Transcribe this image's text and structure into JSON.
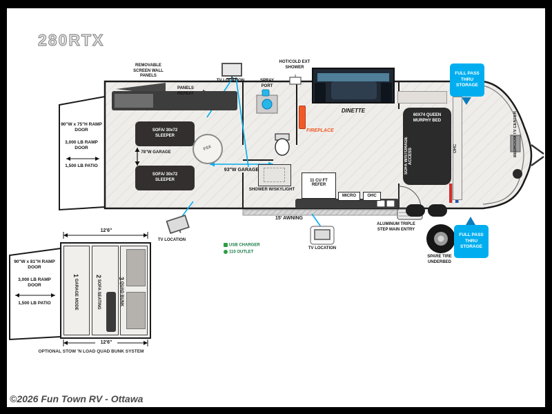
{
  "model": "280RTX",
  "watermark": "©2026 Fun Town RV - Ottawa",
  "colors": {
    "accent_blue": "#00aeef",
    "fireplace_orange": "#f05a28",
    "furniture_dark": "#332f2f"
  },
  "main_plan": {
    "removable_panels": "REMOVABLE SCREEN WALL PANELS",
    "panels_repeat": "PANELS REPEAT",
    "tv_location_top": "TV LOCATION",
    "spray_port": "SPRAY PORT",
    "ext_shower": "HOT/COLD EXT SHOWER",
    "dinette": "DINETTE",
    "pass_thru_storage_top": "FULL PASS THRU STORAGE",
    "bedroom_tv_center": "BEDROOM TV CENTER",
    "ramp_door_size": "90\"W x 75\"H RAMP DOOR",
    "ramp_door_capacity": "3,000 LB RAMP DOOR",
    "patio_capacity": "1,500 LB PATIO",
    "sofa_sleeper_top": "SOFA/ 30x72 SLEEPER",
    "sofa_sleeper_bottom": "SOFA/ 30x72 SLEEPER",
    "garage_width_78": "78\"W GARAGE",
    "garage_width_93": "93\"W GARAGE",
    "garage_stamp": "FSX",
    "fireplace": "FIREPLACE",
    "murphy_bed": "60X74 QUEEN MURPHY BED",
    "sofa_storage": "SOFA W/STORAGE ACCESS",
    "ohc_bedroom": "OHC",
    "shower": "SHOWER W/SKYLIGHT",
    "refrigerator": "11 CU FT REFER",
    "microwave": "MICRO",
    "ohc_kitchen": "OHC",
    "awning": "15' AWNING",
    "tv_location_garage": "TV LOCATION",
    "tv_location_living": "TV LOCATION",
    "usb_charger": "USB CHARGER",
    "outlet": "110 OUTLET",
    "entry_steps": "ALUMINUM TRIPLE STEP MAIN ENTRY",
    "spare_tire": "SPARE TIRE UNDERBED",
    "pass_thru_storage_bottom": "FULL PASS THRU STORAGE"
  },
  "inset_plan": {
    "width_top": "12'6\"",
    "width_bottom": "12'6\"",
    "ramp_door_size": "90\"W x 81\"H RAMP DOOR",
    "ramp_door_capacity": "3,000 LB RAMP DOOR",
    "patio_capacity": "1,500 LB PATIO",
    "modes": [
      {
        "num": "1",
        "label": "GARAGE MODE"
      },
      {
        "num": "2",
        "label": "SOFA SEATING"
      },
      {
        "num": "3",
        "label": "QUAD BUNK"
      }
    ],
    "caption": "OPTIONAL STOW 'N LOAD QUAD BUNK SYSTEM"
  }
}
